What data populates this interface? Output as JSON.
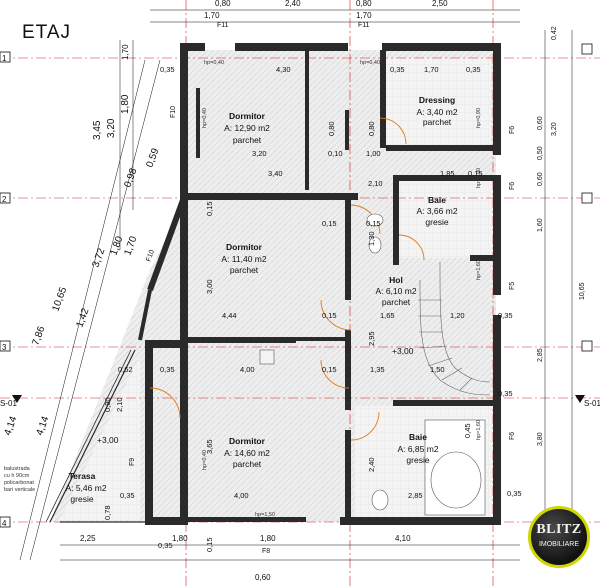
{
  "floor_title": "ETAJ",
  "rooms": [
    {
      "name": "Dormitor",
      "area": "A: 12,90 m2",
      "finish": "parchet"
    },
    {
      "name": "Dressing",
      "area": "A: 3,40 m2",
      "finish": "parchet"
    },
    {
      "name": "Baie",
      "area": "A: 3,66 m2",
      "finish": "gresie"
    },
    {
      "name": "Dormitor",
      "area": "A: 11,40 m2",
      "finish": "parchet"
    },
    {
      "name": "Hol",
      "area": "A: 6,10 m2",
      "finish": "parchet"
    },
    {
      "name": "Dormitor",
      "area": "A: 14,60 m2",
      "finish": "parchet"
    },
    {
      "name": "Baie",
      "area": "A: 6,85 m2",
      "finish": "gresie"
    },
    {
      "name": "Terasa",
      "area": "A: 5,46 m2",
      "finish": "gresie"
    }
  ],
  "top_dims": [
    "0,80",
    "2,40",
    "0,80",
    "2,50",
    "1,70",
    "1,70"
  ],
  "bottom_dims": [
    "2,25",
    "1,80",
    "1,80",
    "4,10",
    "0,60"
  ],
  "right_dims": [
    "0,42",
    "3,20",
    "0,60",
    "0,50",
    "0,60",
    "1,60",
    "2,85",
    "3,80",
    "10,65"
  ],
  "left_dims": [
    "3,45",
    "1,80",
    "1,70",
    "3,20",
    "0,98",
    "0,59",
    "3,72",
    "1,80",
    "1,70",
    "10,65",
    "1,42",
    "7,86",
    "4,14",
    "4,14"
  ],
  "interior_dims": [
    "0,35",
    "4,30",
    "0,35",
    "1,70",
    "0,35",
    "3,20",
    "3,40",
    "2,10",
    "1,85",
    "0,15",
    "0,10",
    "1,00",
    "0,80",
    "0,80",
    "0,15",
    "1,30",
    "0,15",
    "1,65",
    "1,20",
    "0,35",
    "4,44",
    "0,15",
    "0,15",
    "4,00",
    "1,35",
    "1,50",
    "0,35",
    "0,62",
    "0,35",
    "2,95",
    "3,00",
    "3,65",
    "0,15",
    "0,35",
    "4,00",
    "2,85",
    "0,35",
    "2,40",
    "0,15",
    "0,45",
    "0,90",
    "2,10",
    "0,78",
    "0,35"
  ],
  "elevation_marks": [
    "+3,00",
    "+3,00"
  ],
  "window_tags": [
    "F11",
    "F11",
    "F10",
    "F10",
    "F6",
    "F6",
    "F5",
    "F8",
    "F9",
    "F6"
  ],
  "small_labels": [
    "hp=0,40",
    "hp=0,40",
    "hp=0,40",
    "hp=0,40",
    "hp=1,50",
    "hp=1,60",
    "hp=0,90",
    "hp=0,90",
    "hp=1,60"
  ],
  "axis_labels": [
    "1",
    "2",
    "3",
    "4",
    "S-01",
    "S-01"
  ],
  "terrace_note": [
    "balustrada",
    "cu h 90cm",
    "policarbonat",
    "bari verticale"
  ],
  "logo": {
    "line1": "BLITZ",
    "line2": "IMOBILIARE"
  },
  "colors": {
    "wall": "#2a2a2a",
    "axis": "#cc2222",
    "door": "#e07a1a",
    "dim": "#111111",
    "floor": "#ececec"
  }
}
